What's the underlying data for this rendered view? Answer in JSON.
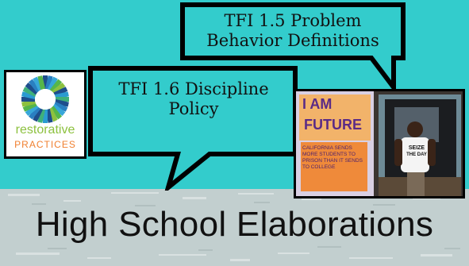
{
  "slide": {
    "colors": {
      "teal": "#33cccc",
      "grey": "#bfcccc",
      "ink": "#111111"
    },
    "title": "High School Elaborations",
    "bubble_back": {
      "line1": "TFI 1.5 Problem",
      "line2": "Behavior Definitions"
    },
    "bubble_front": {
      "line1": "TFI 1.6 Discipline",
      "line2": "Policy"
    },
    "logo": {
      "word1": "restorative",
      "word2": "PRACTICES",
      "icon": "ring-of-colored-bars-icon"
    },
    "photo": {
      "poster_line1": "I AM",
      "poster_line2": "FUTURE",
      "poster_note": "CALIFORNIA SENDS MORE STUDENTS TO PRISON THAN IT SENDS TO COLLEGE",
      "shirt_text_line1": "SEIZE",
      "shirt_text_line2": "THE DAY"
    }
  }
}
